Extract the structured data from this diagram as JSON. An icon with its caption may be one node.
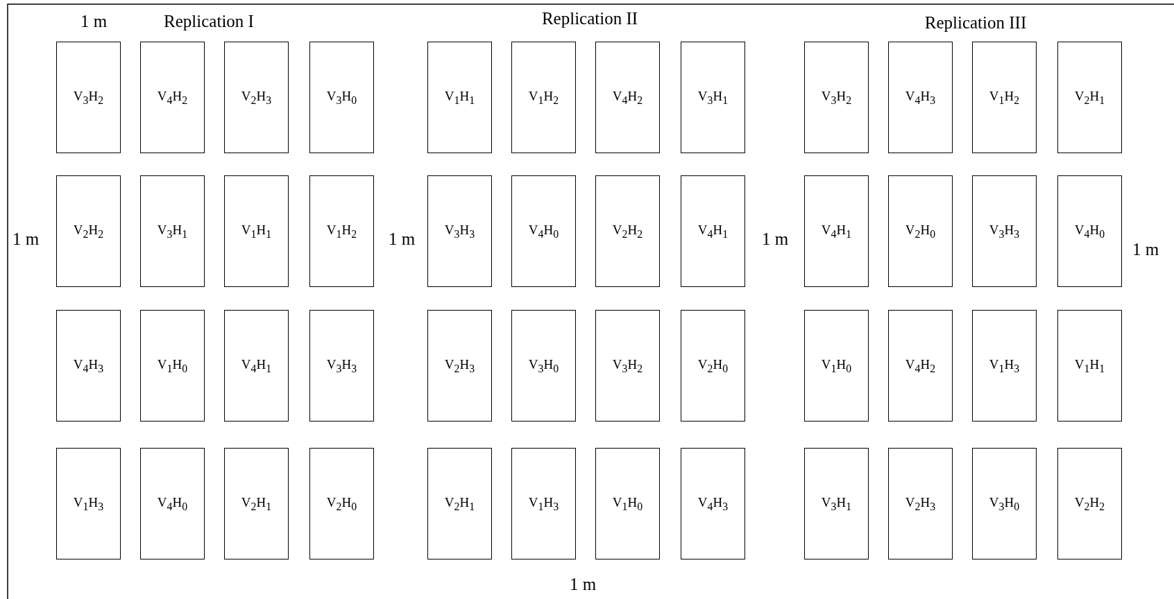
{
  "diagram": {
    "nodes": [
      {
        "text": [
          "V$_{3}$H$_{2}$"
        ]
      },
      {
        "text": [
          "V$_{4}$H$_{2}$"
        ]
      },
      {
        "text": [
          "V$_{2}$H$_{3}$"
        ]
      },
      {
        "text": [
          "V$_{3}$H$_{0}$"
        ]
      },
      {
        "text": [
          "V$_{1}$H$_{1}$"
        ]
      },
      {
        "text": [
          "V$_{1}$H$_{2}$"
        ]
      },
      {
        "text": [
          "V$_{4}$H$_{2}$"
        ]
      },
      {
        "text": [
          "V$_{3}$H$_{1}$"
        ]
      },
      {
        "text": [
          "V$_{3}$H$_{2}$"
        ]
      },
      {
        "text": [
          "V$_{4}$H$_{3}$"
        ]
      },
      {
        "text": [
          "V$_{1}$H$_{2}$"
        ]
      },
      {
        "text": [
          "V$_{2}$H$_{1}$"
        ]
      },
      {
        "text": [
          "V$_{2}$H$_{2}$"
        ]
      },
      {
        "text": [
          "V$_{3}$H$_{1}$"
        ]
      },
      {
        "text": [
          "V$_{1}$H$_{1}$"
        ]
      },
      {
        "text": [
          "V$_{1}$H$_{2}$"
        ]
      },
      {
        "text": [
          "V$_{3}$H$_{3}$"
        ]
      },
      {
        "text": [
          "V$_{4}$H$_{0}$"
        ]
      },
      {
        "text": [
          "V$_{2}$H$_{2}$"
        ]
      },
      {
        "text": [
          "V$_{4}$H$_{1}$"
        ]
      },
      {
        "text": [
          "V$_{4}$H$_{1}$"
        ]
      },
      {
        "text": [
          "V$_{2}$H$_{0}$"
        ]
      },
      {
        "text": [
          "V$_{3}$H$_{3}$"
        ]
      },
      {
        "text": [
          "V$_{4}$H$_{0}$"
        ]
      },
      {
        "text": [
          "V$_{4}$H$_{3}$"
        ]
      },
      {
        "text": [
          "V$_{1}$H$_{0}$"
        ]
      },
      {
        "text": [
          "V$_{4}$H$_{1}$"
        ]
      },
      {
        "text": [
          "V$_{3}$H$_{3}$"
        ]
      },
      {
        "text": [
          "V$_{2}$H$_{3}$"
        ]
      },
      {
        "text": [
          "V$_{3}$H$_{0}$"
        ]
      },
      {
        "text": [
          "V$_{3}$H$_{2}$"
        ]
      },
      {
        "text": [
          "V$_{2}$H$_{0}$"
        ]
      },
      {
        "text": [
          "V$_{1}$H$_{0}$"
        ]
      },
      {
        "text": [
          "V$_{4}$H$_{2}$"
        ]
      },
      {
        "text": [
          "V$_{1}$H$_{3}$"
        ]
      },
      {
        "text": [
          "V$_{1}$H$_{1}$"
        ]
      },
      {
        "text": [
          "V$_{1}$H$_{3}$"
        ]
      },
      {
        "text": [
          "V$_{4}$H$_{0}$"
        ]
      },
      {
        "text": [
          "V$_{2}$H$_{1}$"
        ]
      },
      {
        "text": [
          "V$_{2}$H$_{0}$"
        ]
      },
      {
        "text": [
          "V$_{2}$H$_{1}$"
        ]
      },
      {
        "text": [
          "V$_{1}$H$_{3}$"
        ]
      },
      {
        "text": [
          "V$_{1}$H$_{0}$"
        ]
      },
      {
        "text": [
          "V$_{4}$H$_{3}$"
        ]
      },
      {
        "text": [
          "V$_{3}$H$_{1}$"
        ]
      },
      {
        "text": [
          "V$_{2}$H$_{3}$"
        ]
      },
      {
        "text": [
          "V$_{3}$H$_{0}$"
        ]
      },
      {
        "text": [
          "V$_{2}$H$_{2}$"
        ]
      }
    ],
    "labels": [
      "1 m",
      "Replication I",
      "Replication II",
      "Replication III",
      "1 m",
      "1 m",
      "1 m",
      "1 m",
      "1 m"
    ]
  }
}
